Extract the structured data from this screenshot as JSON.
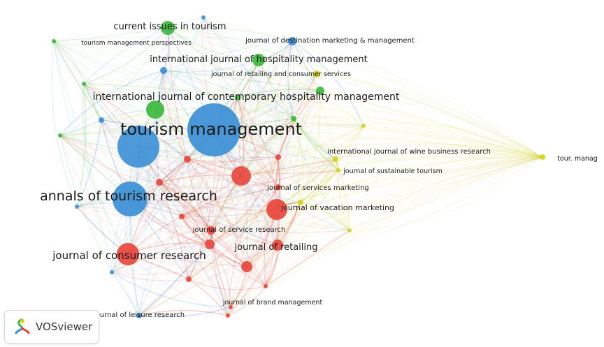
{
  "app": {
    "name": "VOSviewer"
  },
  "colors": {
    "cluster_red": "#e8453c",
    "cluster_green": "#3cb83c",
    "cluster_blue": "#3b8fd6",
    "cluster_yellow": "#d4d420"
  },
  "icons": {
    "logo": "vosviewer-logo-icon"
  },
  "network": {
    "nodes": [
      {
        "id": "tm",
        "label": "tourism management",
        "cluster": "blue"
      },
      {
        "id": "atr",
        "label": "annals of tourism research",
        "cluster": "blue"
      },
      {
        "id": "jcr",
        "label": "journal of consumer research",
        "cluster": "red"
      },
      {
        "id": "ijchm",
        "label": "international journal of contemporary hospitality management",
        "cluster": "green"
      },
      {
        "id": "ijhm",
        "label": "international journal of hospitality management",
        "cluster": "green"
      },
      {
        "id": "cit",
        "label": "current issues in tourism",
        "cluster": "green"
      },
      {
        "id": "tmp",
        "label": "tourism management perspectives",
        "cluster": "green"
      },
      {
        "id": "jdmm",
        "label": "journal of destination marketing & management",
        "cluster": "blue"
      },
      {
        "id": "jrcs",
        "label": "journal of retailing and consumer services",
        "cluster": "yellow"
      },
      {
        "id": "ijwbr",
        "label": "international journal of wine business research",
        "cluster": "yellow"
      },
      {
        "id": "jst",
        "label": "journal of sustainable tourism",
        "cluster": "yellow"
      },
      {
        "id": "jsm",
        "label": "journal of services marketing",
        "cluster": "red"
      },
      {
        "id": "jvm",
        "label": "journal of vacation marketing",
        "cluster": "red"
      },
      {
        "id": "jsr",
        "label": "journal of service research",
        "cluster": "red"
      },
      {
        "id": "jr",
        "label": "journal of retailing",
        "cluster": "red"
      },
      {
        "id": "jbm",
        "label": "journal of brand management",
        "cluster": "red"
      },
      {
        "id": "jlr",
        "label": "journal of leisure research",
        "cluster": "blue"
      },
      {
        "id": "tourmanag",
        "label": "tour. manag",
        "cluster": "yellow"
      }
    ]
  }
}
